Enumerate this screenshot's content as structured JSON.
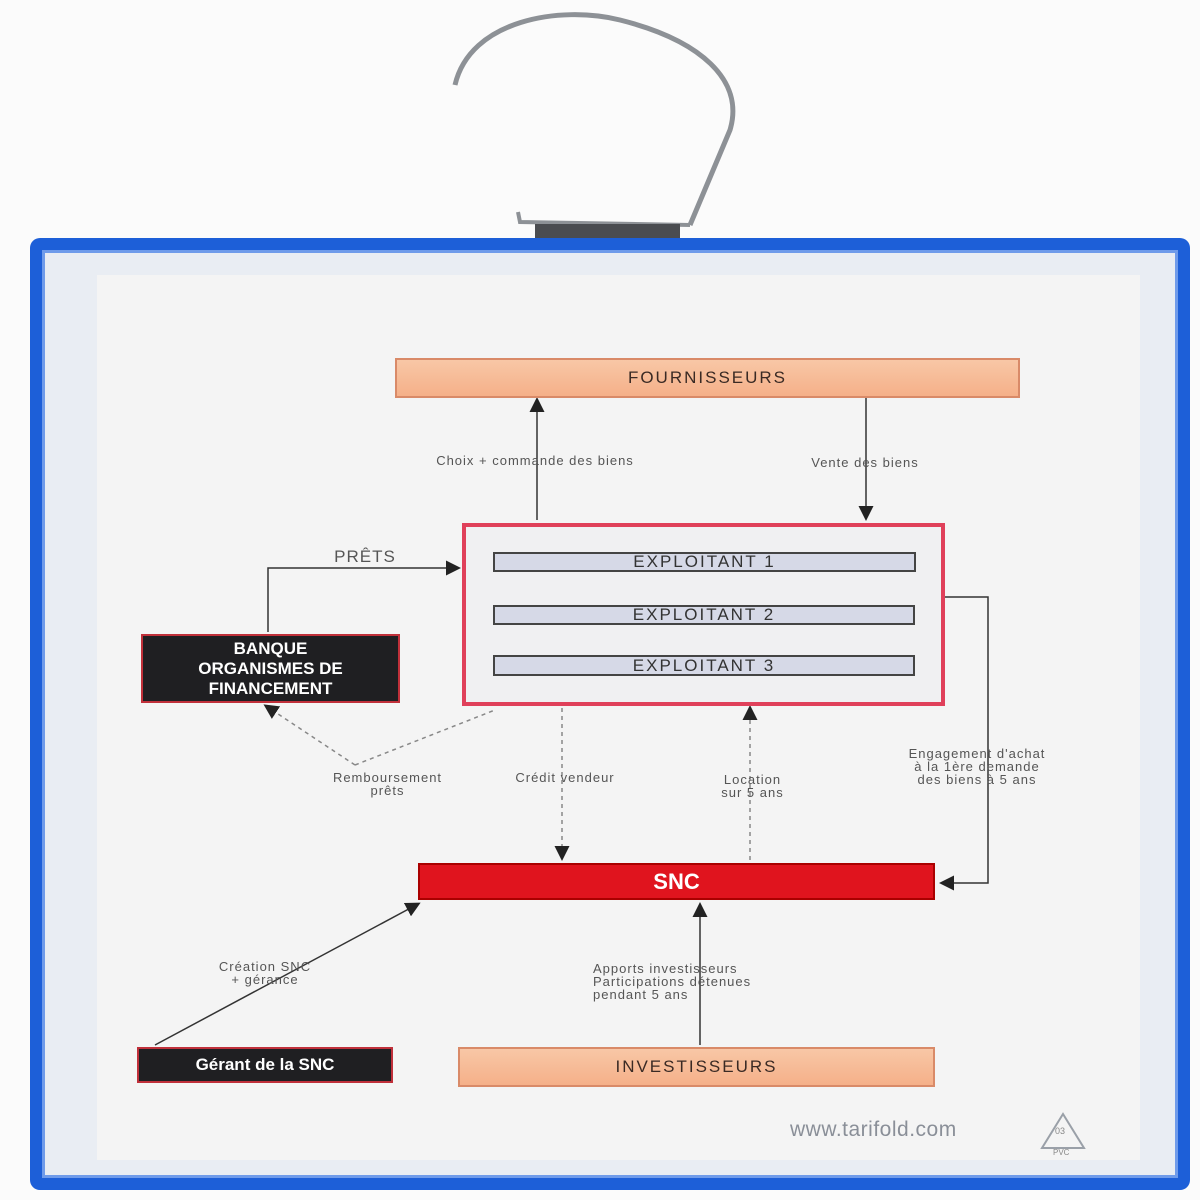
{
  "diagram": {
    "suppliers": "FOURNISSEURS",
    "choice_label": "Choix + commande des biens",
    "sale_label": "Vente des biens",
    "loans_label": "PRÊTS",
    "operators": [
      "EXPLOITANT 1",
      "EXPLOITANT 2",
      "EXPLOITANT 3"
    ],
    "bank": [
      "BANQUE",
      "ORGANISMES DE",
      "FINANCEMENT"
    ],
    "repayment": [
      "Remboursement",
      "prêts"
    ],
    "vendor_credit": "Crédit vendeur",
    "rental": [
      "Location",
      "sur 5 ans"
    ],
    "commitment": [
      "Engagement d'achat",
      "à la 1ère demande",
      "des biens à 5 ans"
    ],
    "snc": "SNC",
    "creation": [
      "Création SNC",
      "+ gérance"
    ],
    "contributions": [
      "Apports investisseurs",
      "Participations détenues",
      "pendant 5 ans"
    ],
    "manager": "Gérant de la SNC",
    "investors": "INVESTISSEURS"
  },
  "footer": {
    "url": "www.tarifold.com",
    "recycle_code": "03",
    "recycle_material": "PVC"
  },
  "colors": {
    "frame": "#1d5fd8",
    "snc": "#e0141e",
    "operators_border": "#e0405a"
  }
}
